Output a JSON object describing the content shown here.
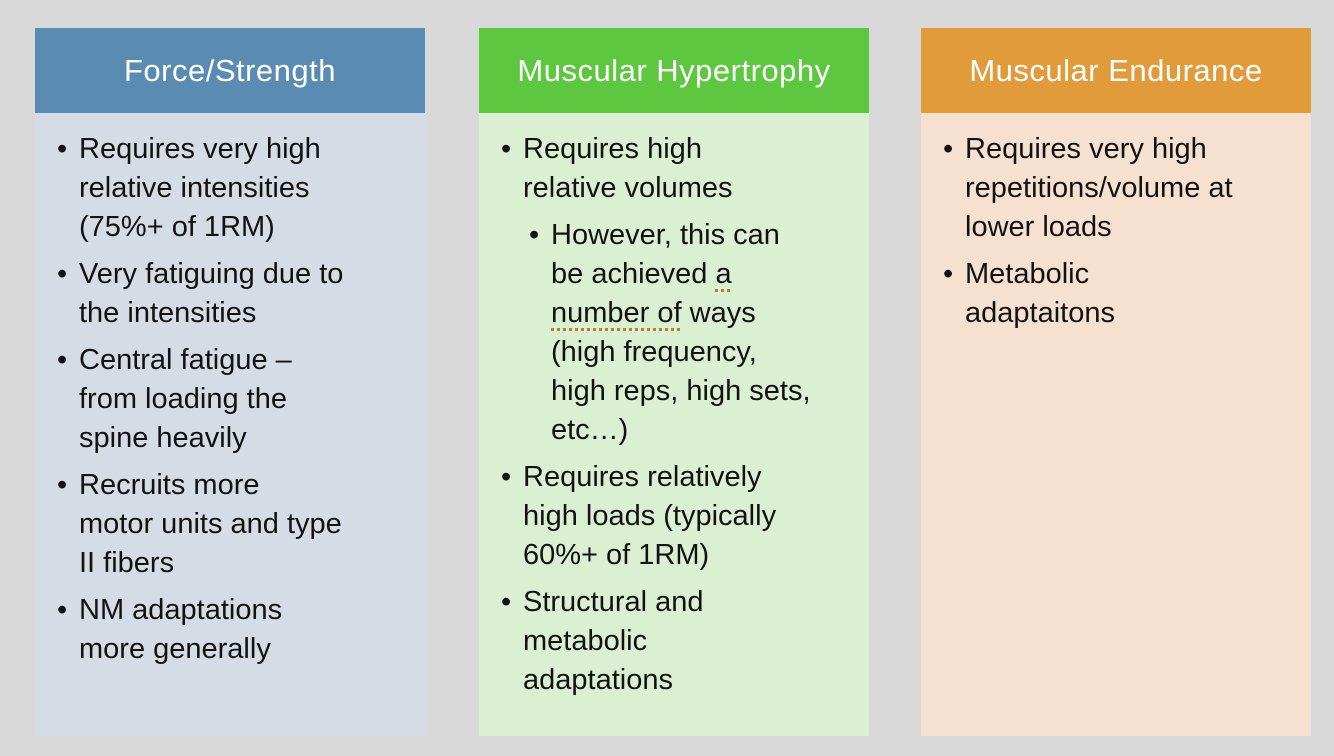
{
  "page": {
    "background_color": "#d9d9d9",
    "body_text_color": "#121212",
    "header_text_color": "#ffffff",
    "spellcheck_underline_color": "#b5802b"
  },
  "columns": [
    {
      "id": "force-strength",
      "header": {
        "label": "Force/Strength",
        "bg_color": "#5a8cb3"
      },
      "body_bg_color": "#d6dce6",
      "bullets": [
        {
          "level": 1,
          "text": "Requires very high\nrelative intensities\n(75%+ of 1RM)"
        },
        {
          "level": 1,
          "text": "Very fatiguing due to\nthe intensities"
        },
        {
          "level": 1,
          "text": "Central fatigue –\nfrom loading the\nspine heavily"
        },
        {
          "level": 1,
          "text": "Recruits more\nmotor units and type\nII fibers"
        },
        {
          "level": 1,
          "text": "NM adaptations\nmore generally"
        }
      ]
    },
    {
      "id": "muscular-hypertrophy",
      "header": {
        "label": "Muscular Hypertrophy",
        "bg_color": "#5cc73f"
      },
      "body_bg_color": "#dbefd3",
      "bullets": [
        {
          "level": 1,
          "text": "Requires high\nrelative volumes"
        },
        {
          "level": 2,
          "parts": {
            "before": "However, this can\nbe achieved ",
            "underlined": "a\nnumber of",
            "after": " ways\n(high frequency,\nhigh reps, high sets,\netc…)"
          }
        },
        {
          "level": 1,
          "text": "Requires relatively\nhigh loads (typically\n60%+ of 1RM)"
        },
        {
          "level": 1,
          "text": "Structural and\nmetabolic\nadaptations"
        }
      ]
    },
    {
      "id": "muscular-endurance",
      "header": {
        "label": "Muscular Endurance",
        "bg_color": "#e29b3a"
      },
      "body_bg_color": "#f6e1d1",
      "bullets": [
        {
          "level": 1,
          "text": "Requires very high\nrepetitions/volume at\nlower loads"
        },
        {
          "level": 1,
          "text": "Metabolic\nadaptaitons"
        }
      ]
    }
  ]
}
